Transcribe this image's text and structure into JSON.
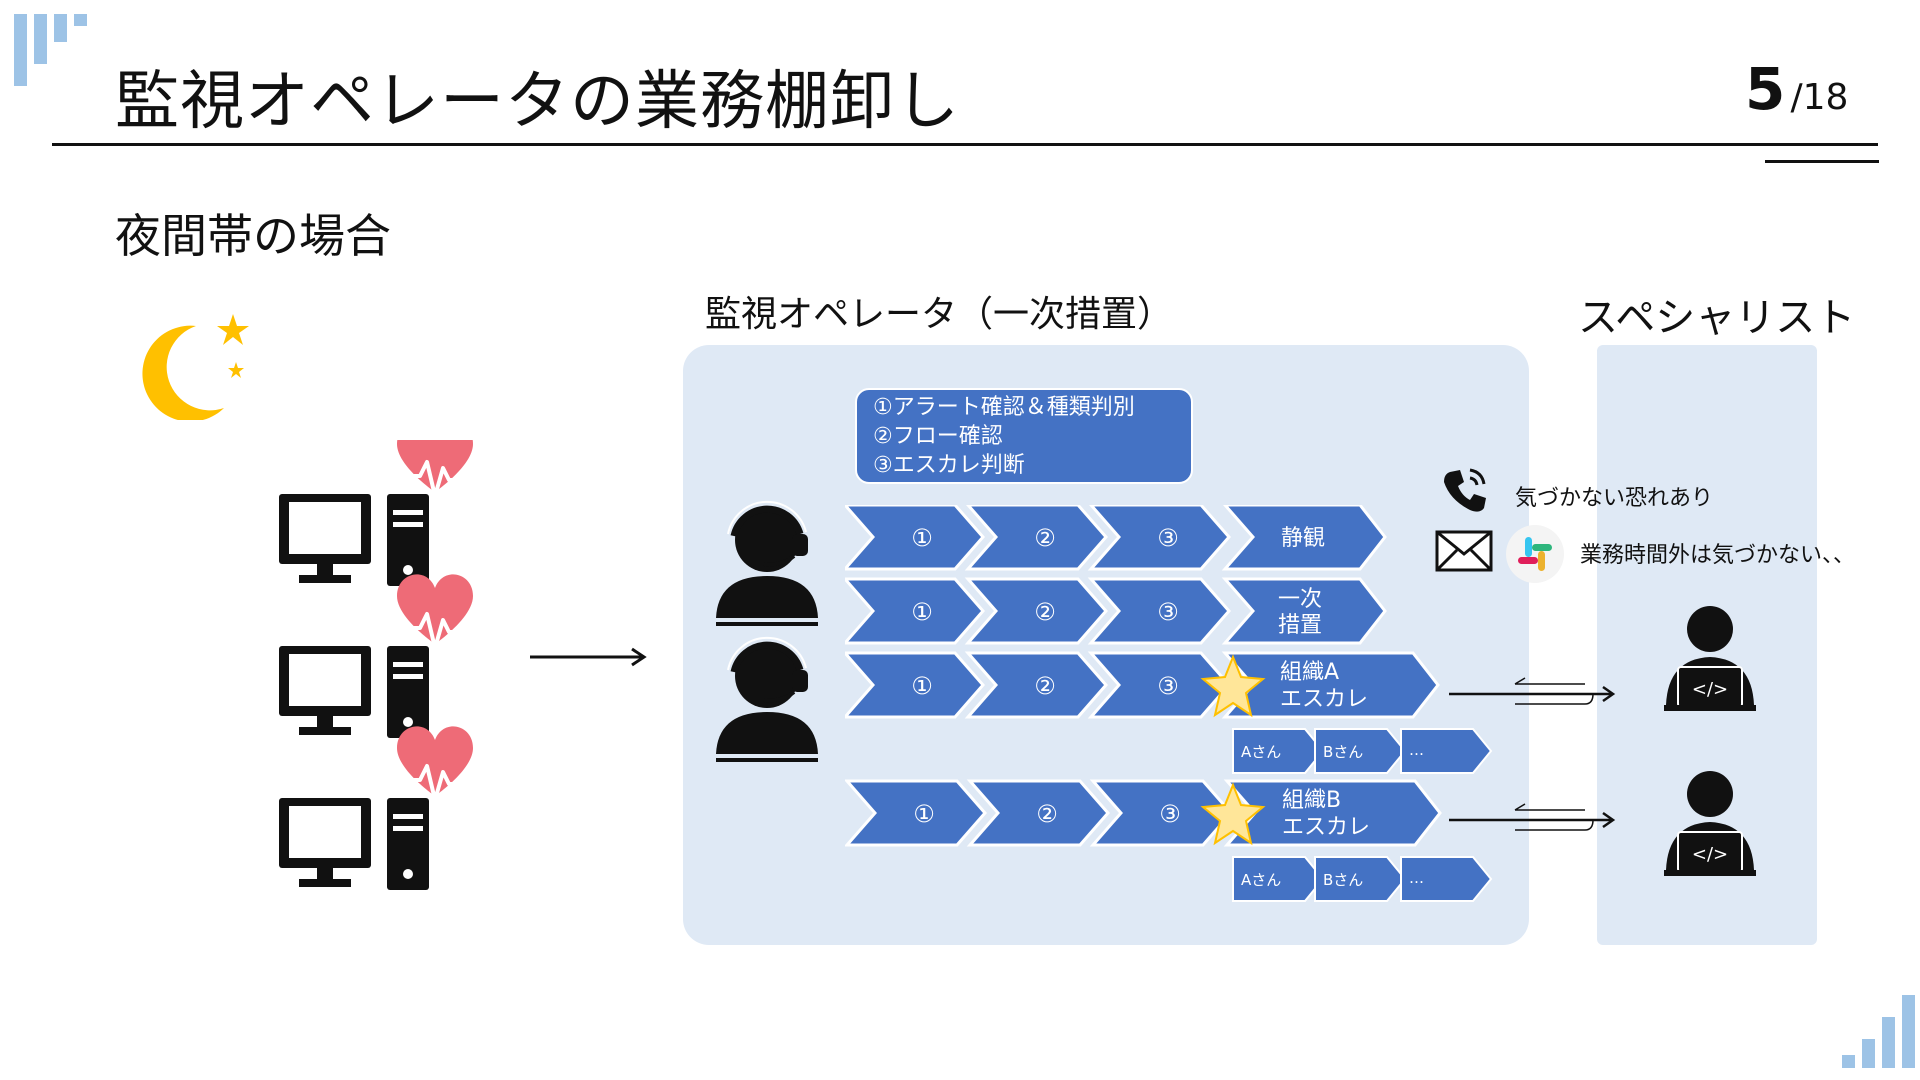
{
  "slide": {
    "title": "監視オペレータの業務棚卸し",
    "page_current": "5",
    "page_total": "/18",
    "subtitle": "夜間帯の場合"
  },
  "operators": {
    "heading": "監視オペレータ（一次措置）",
    "steps": [
      "①アラート確認＆種類判別",
      "②フロー確認",
      "③エスカレ判断"
    ],
    "rows": [
      {
        "steps": [
          "①",
          "②",
          "③"
        ],
        "outcome": [
          "静観"
        ]
      },
      {
        "steps": [
          "①",
          "②",
          "③"
        ],
        "outcome": [
          "一次",
          "措置"
        ]
      },
      {
        "steps": [
          "①",
          "②",
          "③"
        ],
        "outcome": [
          "組織A",
          "エスカレ"
        ],
        "people": [
          "Aさん",
          "Bさん",
          "…"
        ]
      },
      {
        "steps": [
          "①",
          "②",
          "③"
        ],
        "outcome": [
          "組織B",
          "エスカレ"
        ],
        "people": [
          "Aさん",
          "Bさん",
          "…"
        ]
      }
    ]
  },
  "specialist": {
    "heading": "スペシャリスト",
    "notes": [
      "気づかない恐れあり",
      "業務時間外は気づかない、、"
    ]
  },
  "icons": [
    "moon-stars-icon",
    "computer-icon",
    "heartbeat-icon",
    "arrow-right-icon",
    "operator-headset-icon",
    "star-icon",
    "phone-icon",
    "mail-icon",
    "slack-icon",
    "developer-laptop-icon",
    "exchange-arrow-icon",
    "logo-bars-icon"
  ],
  "colors": {
    "chevron": "#4472c4",
    "panel": "#dfe9f5",
    "heart": "#ee6b77",
    "moon": "#ffc000",
    "star": "#ffe699",
    "logo": "#9dc3e6"
  }
}
